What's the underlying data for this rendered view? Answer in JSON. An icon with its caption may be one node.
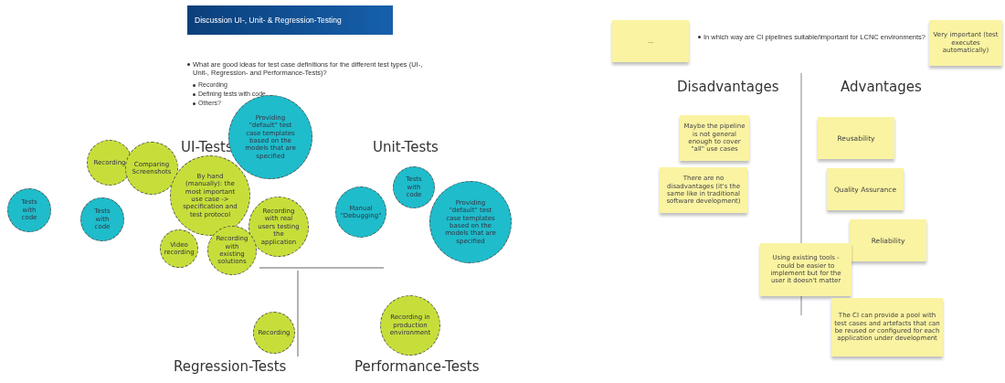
{
  "diagram": {
    "title": "Discussion UI-, Unit- & Regression-Testing",
    "nodes": [
      {
        "text": [
          "Recording"
        ]
      },
      {
        "text": [
          "Tests with code"
        ]
      },
      {
        "text": [
          "Tests with code"
        ]
      },
      {
        "text": [
          "Comparing Screenshots"
        ]
      },
      {
        "text": [
          "Providing \"default\" test case templates based on the models that are specified"
        ]
      },
      {
        "text": [
          "By hand (manually): the most important use case -> specification and test protocol"
        ]
      },
      {
        "text": [
          "Recording with real users testing the application"
        ]
      },
      {
        "text": [
          "Video recording"
        ]
      },
      {
        "text": [
          "Recording with existing solutions"
        ]
      },
      {
        "text": [
          "Manual \"Debugging\""
        ]
      },
      {
        "text": [
          "Tests with code"
        ]
      },
      {
        "text": [
          "Providing \"default\" test case templates based on the models that are specified"
        ]
      },
      {
        "text": [
          "Recording"
        ]
      },
      {
        "text": [
          "Recording in production environment"
        ]
      },
      {
        "text": [
          "..."
        ]
      },
      {
        "text": [
          "Very important (test executes automatically)"
        ]
      },
      {
        "text": [
          "Maybe the pipeline is not general enough to cover \"all\" use cases"
        ]
      },
      {
        "text": [
          "There are no disadvantages (it's the same like in traditional software development)"
        ]
      },
      {
        "text": [
          "Reusability"
        ]
      },
      {
        "text": [
          "Quality Assurance"
        ]
      },
      {
        "text": [
          "Reliability"
        ]
      },
      {
        "text": [
          "Using existing tools - could be easier to implement but for the user it doesn't matter"
        ]
      },
      {
        "text": [
          "The CI can provide a pool with test cases and artefacts that can be reused or configured for each application under development"
        ]
      }
    ],
    "labels": [
      "What are good ideas for test case definitions for the different test types (UI-, Unit-, Regression- and Performance-Tests)?",
      "Recording",
      "Defining tests with code",
      "Others?",
      "UI-Tests",
      "Unit-Tests",
      "Regression-Tests",
      "Performance-Tests",
      "In which way are CI pipelines suitable/important for LCNC environments?",
      "Disadvantages",
      "Advantages"
    ]
  }
}
